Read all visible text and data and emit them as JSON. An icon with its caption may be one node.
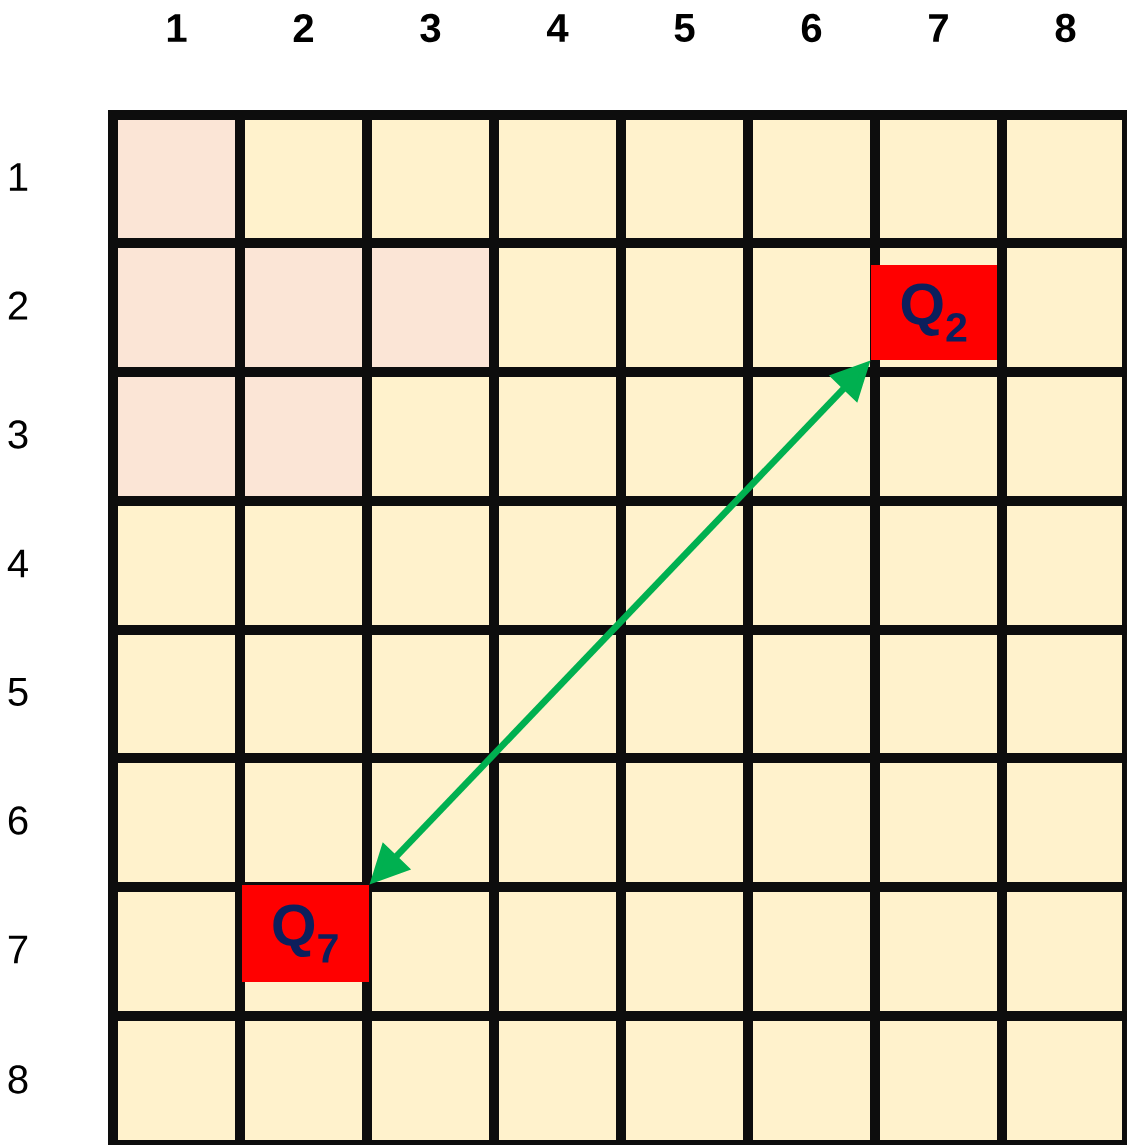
{
  "diagram": {
    "nodes": [
      {
        "text": [
          "Q$_{2}$"
        ]
      },
      {
        "text": [
          "Q$_{7}$"
        ]
      }
    ],
    "edges": [
      {
        "from": 0,
        "to": 1,
        "arrow": "both",
        "color": "#00b050"
      }
    ],
    "labels": [
      "1",
      "2",
      "3",
      "4",
      "5",
      "6",
      "7",
      "8",
      "1",
      "2",
      "3",
      "4",
      "5",
      "6",
      "7",
      "8"
    ]
  }
}
